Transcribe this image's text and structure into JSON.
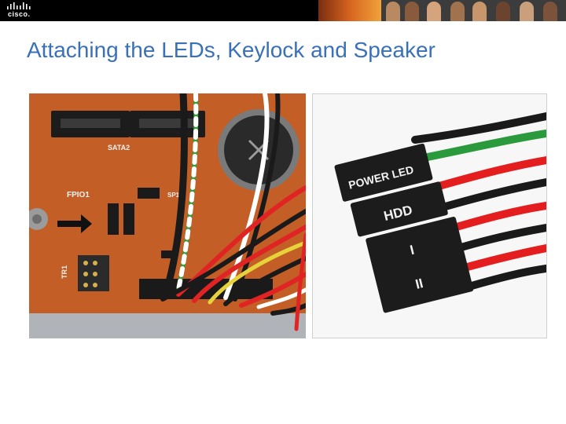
{
  "header": {
    "logo_text": "cisco."
  },
  "slide": {
    "title": "Attaching the LEDs, Keylock and Speaker"
  },
  "photo_left": {
    "silkscreen": {
      "sata": "SATA2",
      "fpio": "FPIO1",
      "spi": "SP1",
      "tr": "TR1"
    }
  },
  "photo_right": {
    "labels": [
      "POWER LED",
      "HDD",
      "I",
      "II"
    ]
  }
}
